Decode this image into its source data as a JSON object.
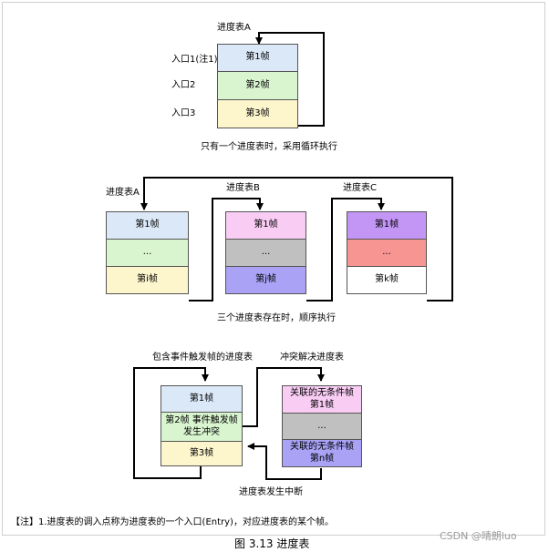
{
  "diagram_1": {
    "table_label": "进度表A",
    "entries": [
      "入口1(注1)",
      "入口2",
      "入口3"
    ],
    "frames": [
      "第1帧",
      "第2帧",
      "第3帧"
    ],
    "caption": "只有一个进度表时，采用循环执行"
  },
  "diagram_2": {
    "tables": [
      {
        "label": "进度表A",
        "frames": [
          "第1帧",
          "...",
          "第i帧"
        ]
      },
      {
        "label": "进度表B",
        "frames": [
          "第1帧",
          "...",
          "第j帧"
        ]
      },
      {
        "label": "进度表C",
        "frames": [
          "第1帧",
          "...",
          "第k帧"
        ]
      }
    ],
    "caption": "三个进度表存在时，顺序执行"
  },
  "diagram_3": {
    "left_label": "包含事件触发帧的进度表",
    "left_frames": [
      "第1帧",
      "第2帧 事件触发帧\n发生冲突",
      "第3帧"
    ],
    "right_label": "冲突解决进度表",
    "right_frames": [
      "关联的无条件帧\n第1帧",
      "...",
      "关联的无条件帧\n第n帧"
    ],
    "caption": "进度表发生中断"
  },
  "note": "【注】1.进度表的调入点称为进度表的一个入口(Entry)，对应进度表的某个帧。",
  "figure_caption": "图 3.13 进度表",
  "watermark": "CSDN @晴朗luo",
  "colors": {
    "blue": "#dbe8f7",
    "green": "#d9f5cf",
    "yellow": "#fdf5cc",
    "pink": "#f9ccf4",
    "gray": "#c0c0c0",
    "lavender": "#a9a2f5",
    "purple": "#c395f5",
    "red": "#f79593",
    "white": "#ffffff"
  }
}
